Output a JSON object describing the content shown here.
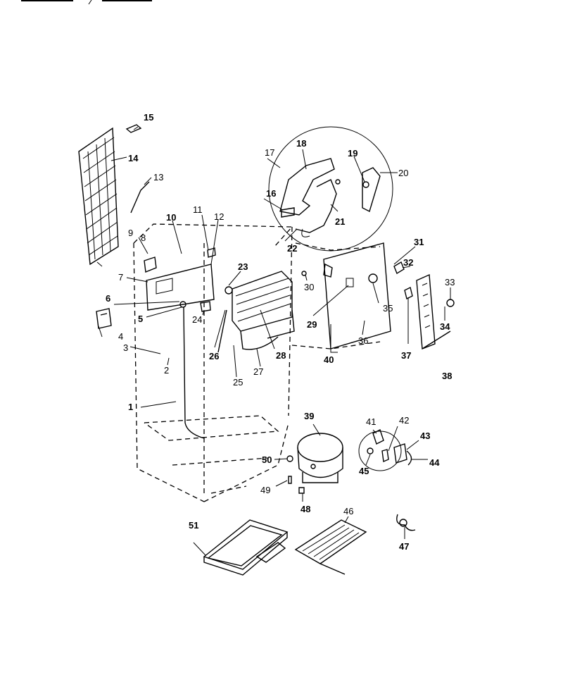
{
  "labels": {
    "l1": "1",
    "l2": "2",
    "l3": "3",
    "l4": "4",
    "l5": "5",
    "l6": "6",
    "l7": "7",
    "l8": "8",
    "l9": "9",
    "l10": "10",
    "l11": "11",
    "l12": "12",
    "l13": "13",
    "l14": "14",
    "l15": "15",
    "l16": "16",
    "l17": "17",
    "l18": "18",
    "l19": "19",
    "l20": "20",
    "l21": "21",
    "l22": "22",
    "l23": "23",
    "l24": "24",
    "l25": "25",
    "l26": "26",
    "l27": "27",
    "l28": "28",
    "l29": "29",
    "l30": "30",
    "l31": "31",
    "l32": "32",
    "l33": "33",
    "l34": "34",
    "l35": "35",
    "l36": "36",
    "l37": "37",
    "l38": "38",
    "l39": "39",
    "l40": "40",
    "l41": "41",
    "l42": "42",
    "l43": "43",
    "l44": "44",
    "l45": "45",
    "l46": "46",
    "l47": "47",
    "l48": "48",
    "l49": "49",
    "l50": "50",
    "l51": "51"
  }
}
